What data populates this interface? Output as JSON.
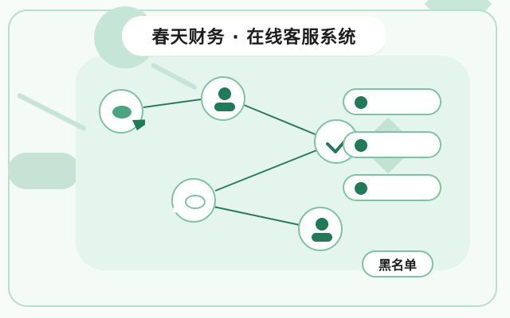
{
  "header": {
    "title": "春天财务 · 在线客服系统"
  },
  "actions": {
    "blacklist_label": "黑名单"
  },
  "diagram": {
    "nodes": [
      {
        "id": "chat-bubble-filled",
        "kind": "chat",
        "icon": "chat-bubble-icon"
      },
      {
        "id": "agent-top",
        "kind": "user",
        "icon": "user-icon"
      },
      {
        "id": "hub-check",
        "kind": "check",
        "icon": "checkmark-icon"
      },
      {
        "id": "chat-bubble-outline",
        "kind": "chat",
        "icon": "chat-bubble-outline-icon"
      },
      {
        "id": "agent-bottom",
        "kind": "user",
        "icon": "user-icon"
      }
    ],
    "edges": [
      [
        "chat-bubble-filled",
        "agent-top"
      ],
      [
        "agent-top",
        "hub-check"
      ],
      [
        "hub-check",
        "chat-bubble-outline"
      ],
      [
        "chat-bubble-outline",
        "agent-bottom"
      ]
    ],
    "list_items_count": 3
  },
  "colors": {
    "accent": "#1f7a57",
    "outline": "#7cc4a3",
    "panel": "#e3f5ec",
    "line": "#2a7d5c"
  }
}
